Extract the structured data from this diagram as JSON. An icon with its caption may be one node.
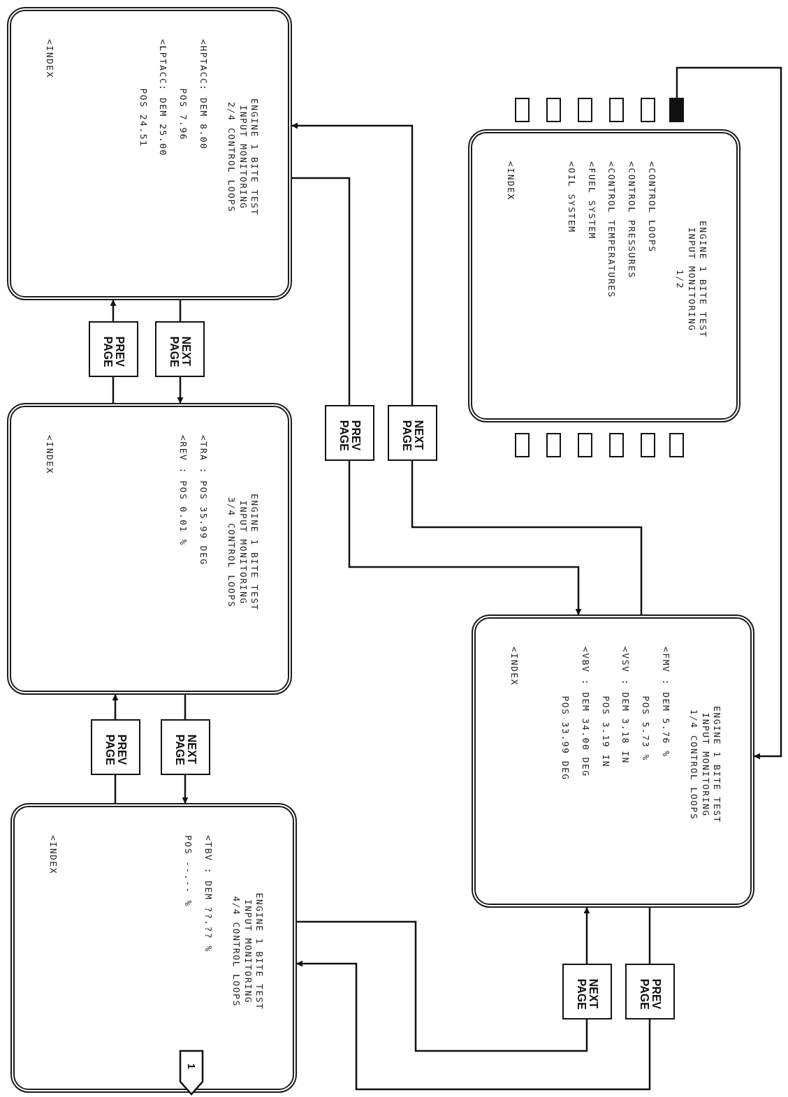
{
  "diagram": {
    "nodes": [
      {
        "text": [
          "ENGINE 1 BITE TEST INPUT MONITORING 2/4 CONTROL LOOPS",
          "<HPTACC: DEM 8.00",
          "POS 7.96",
          "<LPTACC: DEM 25.00",
          "POS 24.51",
          "<INDEX"
        ]
      },
      {
        "text": [
          "ENGINE 1 BITE TEST INPUT MONITORING 1/2",
          "<CONTROL LOOPS",
          "<CONTROL PRESSURES",
          "<CONTROL TEMPERATURES",
          "<FUEL SYSTEM",
          "<OIL SYSTEM",
          "<INDEX"
        ]
      },
      {
        "text": [],
        "shape": "box"
      },
      {
        "text": [
          "PREV PAGE"
        ]
      },
      {
        "text": [
          "NEXT PAGE"
        ]
      },
      {
        "text": [
          "PREV PAGE"
        ]
      },
      {
        "text": [
          "NEXT PAGE"
        ]
      },
      {
        "text": [
          "ENGINE 1 BITE TEST INPUT MONITORING 3/4 CONTROL LOOPS",
          "<TRA : POS 35.99 DEG",
          "<REV : POS 0.01 %",
          "<INDEX"
        ]
      },
      {
        "text": [
          "ENGINE 1 BITE TEST INPUT MONITORING 1/4 CONTROL LOOPS",
          "<FMV : DEM 5.76 %",
          "POS 5.73 %",
          "<VSV : DEM 3.18 IN",
          "POS 3.19 IN",
          "<VBV : DEM 34.00 DEG",
          "POS 33.99 DEG",
          "<INDEX"
        ]
      },
      {
        "text": [
          "PREV PAGE"
        ]
      },
      {
        "text": [
          "NEXT PAGE"
        ]
      },
      {
        "text": [
          "ENGINE 1 BITE TEST INPUT MONITORING 4/4 CONTROL LOOPS",
          "<TBV : DEM ??.?? %",
          "POS --.-- %",
          "<INDEX"
        ]
      },
      {
        "text": [
          "1"
        ],
        "in": 11
      },
      {
        "text": [
          "NEXT PAGE"
        ]
      },
      {
        "text": [
          "PREV PAGE"
        ]
      }
    ],
    "edges": [
      {
        "from": 7,
        "to": 3,
        "arrow": "none"
      },
      {
        "from": 3,
        "to": 0,
        "arrow": "to"
      },
      {
        "from": 0,
        "to": 4,
        "arrow": "none"
      },
      {
        "from": 4,
        "to": 7,
        "arrow": "to"
      },
      {
        "from": 0,
        "to": 5,
        "arrow": "none"
      },
      {
        "from": 5,
        "to": 8,
        "arrow": "to"
      },
      {
        "from": 8,
        "to": 6,
        "arrow": "none"
      },
      {
        "from": 6,
        "to": 0,
        "arrow": "to"
      },
      {
        "from": 11,
        "to": 9,
        "arrow": "none"
      },
      {
        "from": 9,
        "to": 7,
        "arrow": "to"
      },
      {
        "from": 7,
        "to": 10,
        "arrow": "none"
      },
      {
        "from": 10,
        "to": 11,
        "arrow": "to"
      },
      {
        "from": 11,
        "to": 13,
        "arrow": "none"
      },
      {
        "from": 13,
        "to": 8,
        "arrow": "to"
      },
      {
        "from": 8,
        "to": 14,
        "arrow": "none"
      },
      {
        "from": 14,
        "to": 11,
        "arrow": "to"
      },
      {
        "from": 2,
        "to": 8,
        "arrow": "to"
      }
    ]
  }
}
